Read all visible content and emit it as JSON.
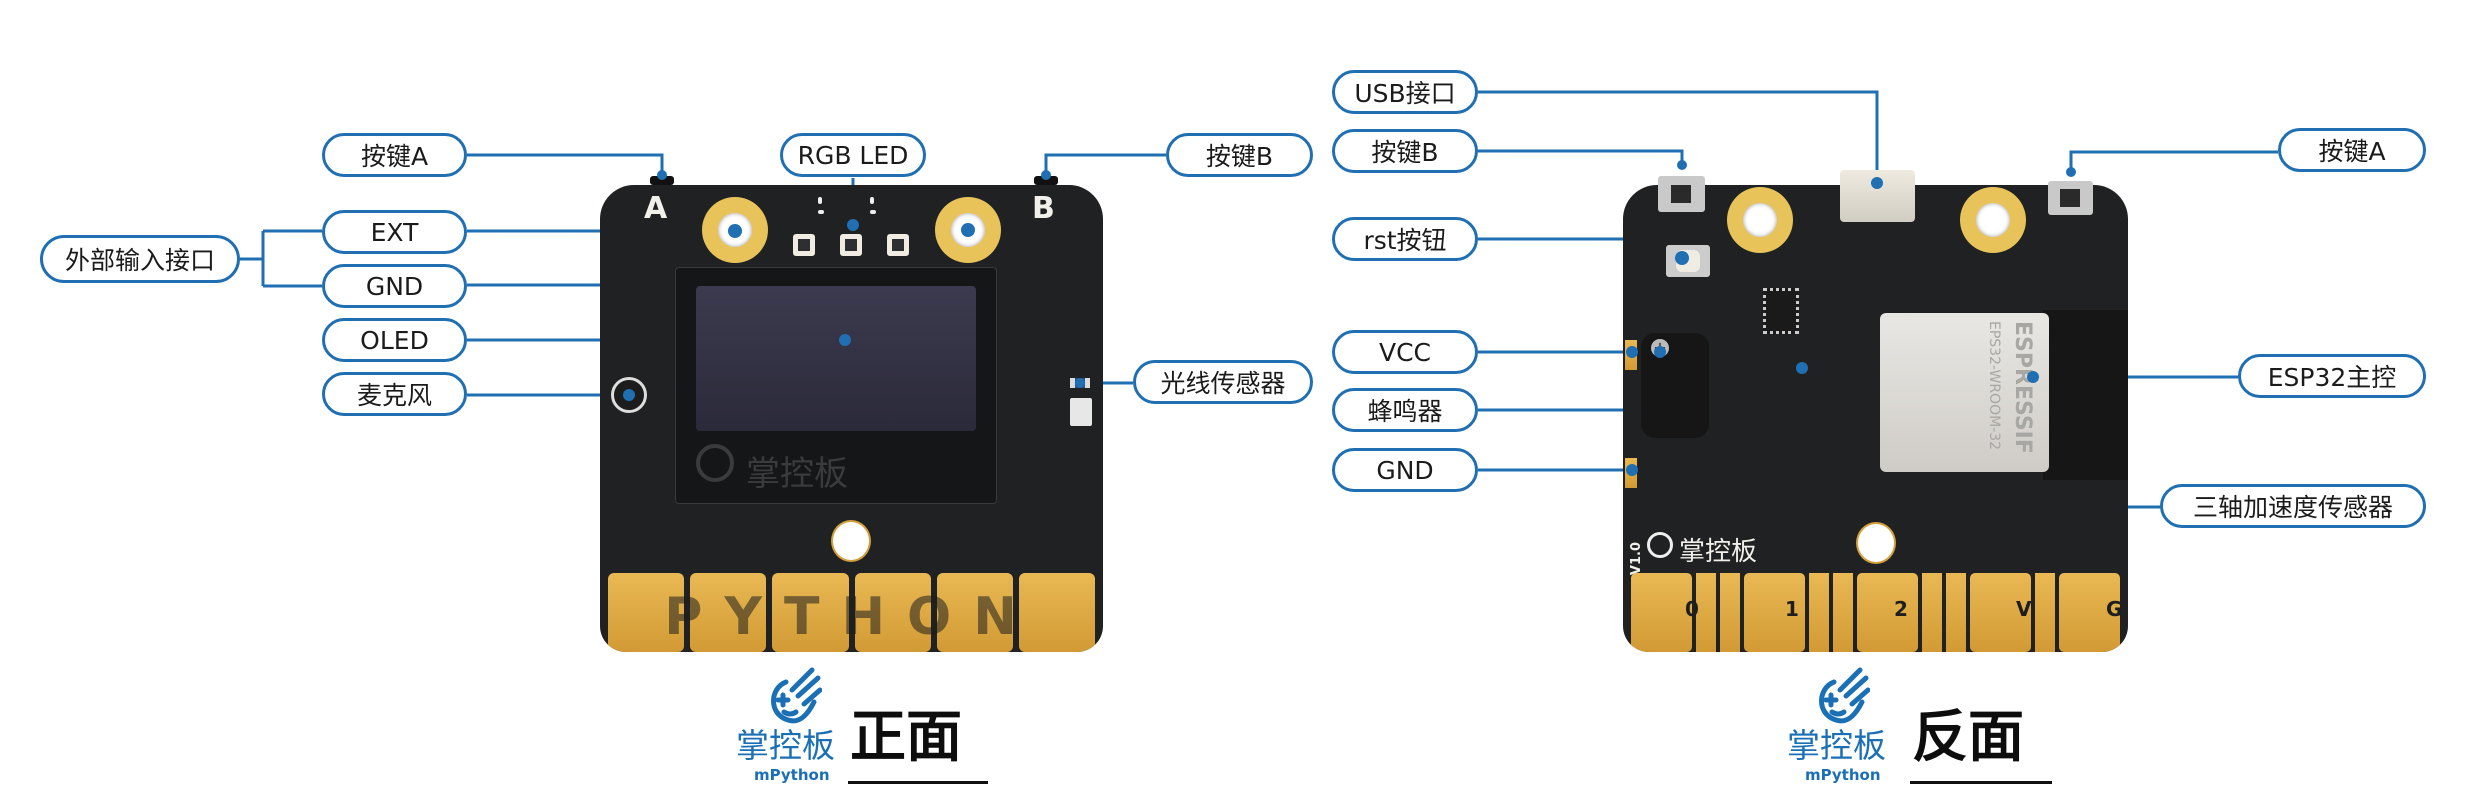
{
  "colors": {
    "accent": "#1f6fb2",
    "board": "#202122",
    "gold": "#e0aa45",
    "caption": "#0d0d0d"
  },
  "front": {
    "caption": "正面",
    "logo_cn": "掌控板",
    "logo_en": "mPython",
    "board_watermark": "掌控板",
    "silk_a": "A",
    "silk_b": "B",
    "gold_text": "PYTHON",
    "labels": {
      "button_a": "按键A",
      "rgb_led": "RGB LED",
      "button_b": "按键B",
      "ext": "EXT",
      "gnd": "GND",
      "external_input": "外部输入接口",
      "oled": "OLED",
      "microphone": "麦克风",
      "light_sensor": "光线传感器"
    }
  },
  "back": {
    "caption": "反面",
    "logo_cn": "掌控板",
    "logo_en": "mPython",
    "board_brand": "掌控板",
    "version": "V1.0",
    "module_brand": "ESPRESSIF",
    "module_model": "EPS32-WROOM-32",
    "pins": [
      "0",
      "1",
      "2",
      "V",
      "G"
    ],
    "labels": {
      "usb": "USB接口",
      "button_b": "按键B",
      "rst": "rst按钮",
      "vcc": "VCC",
      "buzzer": "蜂鸣器",
      "gnd": "GND",
      "button_a": "按键A",
      "esp32": "ESP32主控",
      "accelerometer": "三轴加速度传感器"
    }
  }
}
